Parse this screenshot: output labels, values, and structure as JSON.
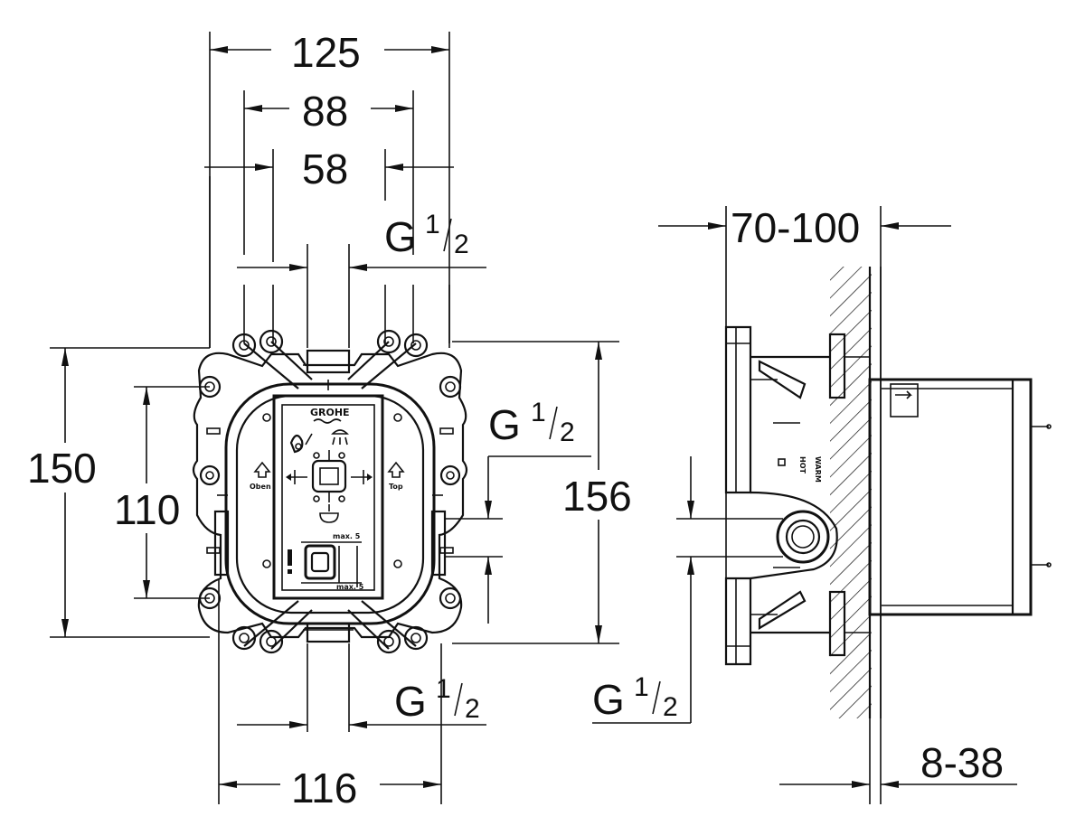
{
  "dimensions": {
    "width_125": "125",
    "width_88": "88",
    "width_58": "58",
    "height_150": "150",
    "height_110": "110",
    "height_156": "156",
    "width_116": "116",
    "depth_70_100": "70-100",
    "depth_8_38": "8-38"
  },
  "threads": {
    "top": {
      "g": "G",
      "num": "1",
      "den": "2"
    },
    "right": {
      "g": "G",
      "num": "1",
      "den": "2"
    },
    "bottom": {
      "g": "G",
      "num": "1",
      "den": "2"
    },
    "side": {
      "g": "G",
      "num": "1",
      "den": "2"
    }
  },
  "labels": {
    "brand": "GROHE",
    "open": "Oben",
    "top": "Top",
    "max_a": "max. 5",
    "max_b": "max. 5",
    "warm": "WARM",
    "hot": "HOT"
  }
}
